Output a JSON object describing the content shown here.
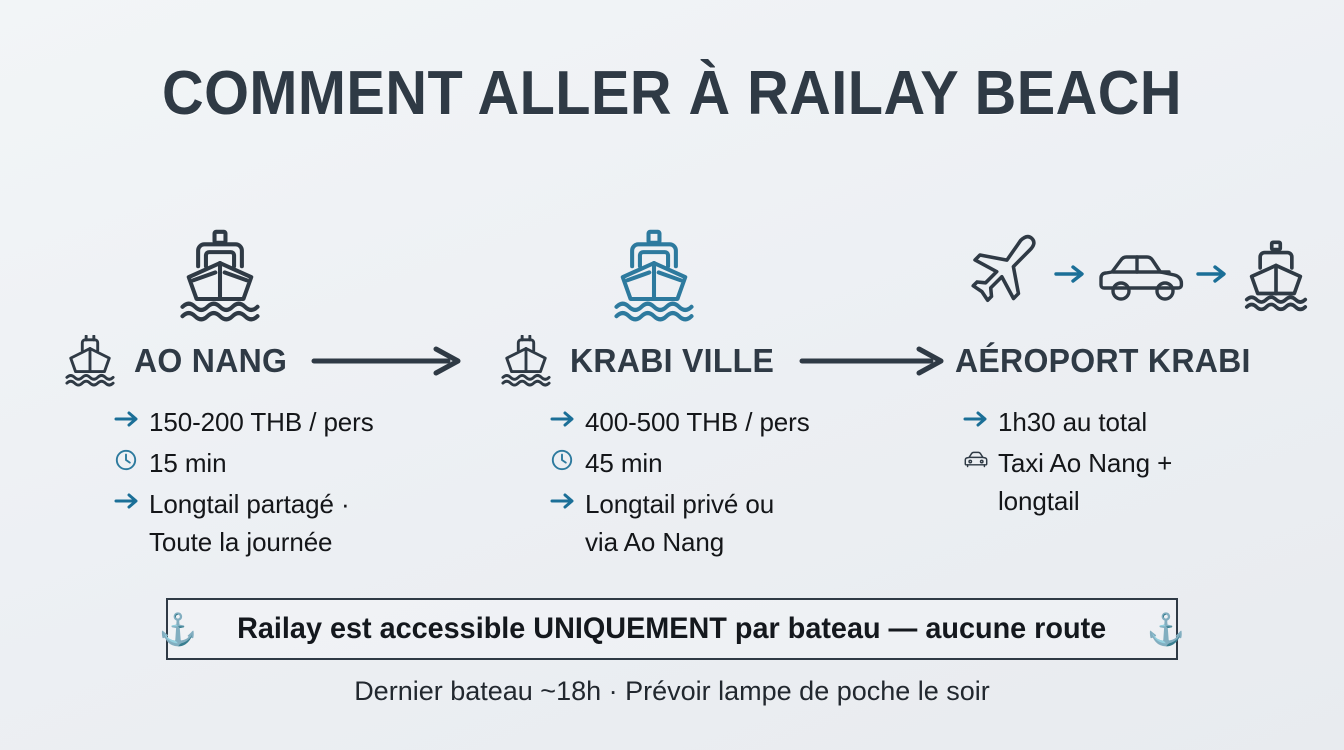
{
  "title": "COMMENT ALLER À RAILAY BEACH",
  "colors": {
    "background": "#eef1f4",
    "dark": "#2f3a45",
    "accent_blue": "#1b6f97",
    "icon_blue": "#2d7a9e",
    "text": "#141619"
  },
  "columns": [
    {
      "id": "ao-nang",
      "name": "AO NANG",
      "big_icon": "boat-icon",
      "big_icon_color": "#2f3a45",
      "header_icon": "boat-icon",
      "has_arrow_after": true,
      "bullets": [
        {
          "icon": "arrow-right-icon",
          "text": "150-200 THB / pers"
        },
        {
          "icon": "clock-icon",
          "text": "15 min"
        },
        {
          "icon": "arrow-right-icon",
          "text": "Longtail partagé ·\nToute la journée"
        }
      ]
    },
    {
      "id": "krabi-ville",
      "name": "KRABI VILLE",
      "big_icon": "boat-icon",
      "big_icon_color": "#2d7a9e",
      "header_icon": "boat-icon",
      "has_arrow_after": true,
      "bullets": [
        {
          "icon": "arrow-right-icon",
          "text": "400-500 THB / pers"
        },
        {
          "icon": "clock-icon",
          "text": "45 min"
        },
        {
          "icon": "arrow-right-icon",
          "text": "Longtail privé ou\nvia Ao Nang"
        }
      ]
    },
    {
      "id": "aeroport-krabi",
      "name": "AÉROPORT KRABI",
      "big_icon": "plane-car-boat-chain",
      "big_icon_color": "#2f3a45",
      "header_icon": null,
      "has_arrow_after": false,
      "bullets": [
        {
          "icon": "arrow-right-icon",
          "text": "1h30 au total"
        },
        {
          "icon": "car-icon",
          "text": "Taxi Ao Nang +\nlongtail"
        }
      ]
    }
  ],
  "callout": {
    "left_icon": "anchor-icon",
    "right_icon": "anchor-icon",
    "text": "Railay est accessible UNIQUEMENT par bateau — aucune route",
    "anchor_glyph": "⚓"
  },
  "footer": "Dernier bateau ~18h · Prévoir lampe de poche le soir"
}
